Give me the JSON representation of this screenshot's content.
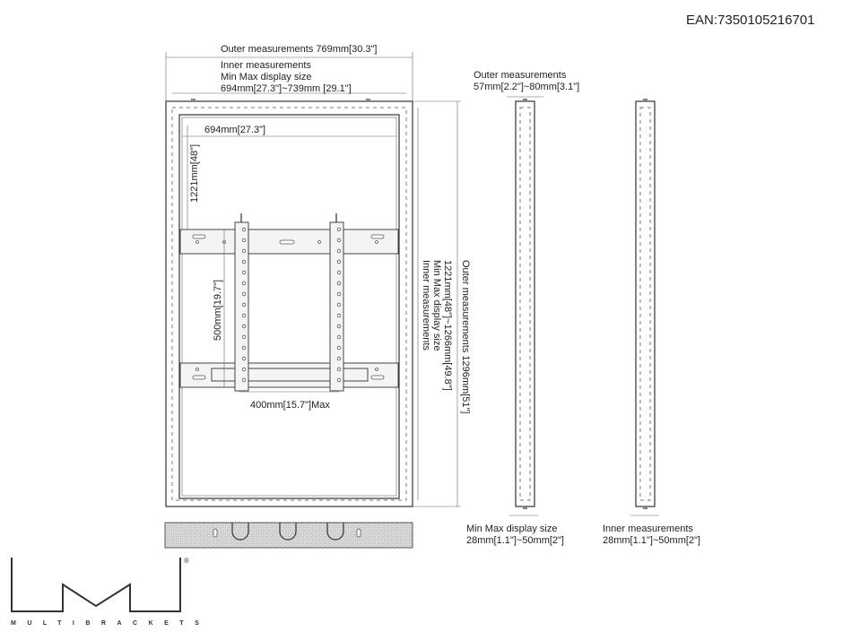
{
  "ean": "EAN:7350105216701",
  "front": {
    "outer_width": "Outer measurements 769mm[30.3\"]",
    "inner_title": "Inner measurements",
    "inner_subtitle": "Min Max display size",
    "inner_width": "694mm[27.3\"]~739mm [29.1\"]",
    "inner_width_short": "694mm[27.3\"]",
    "inner_height_short": "1221mm[48\"]",
    "vesa_vertical": "500mm[19.7\"]",
    "vesa_horizontal": "400mm[15.7\"]Max",
    "inner_height_title": "Inner measurements",
    "inner_height_subtitle": "Min Max display size",
    "inner_height": "1221mm[48\"]~1266mm[49.8\"]",
    "outer_height": "Outer measurements 1296mm[51\"]"
  },
  "side": {
    "outer_title": "Outer measurements",
    "outer_depth": "57mm[2.2\"]~80mm[3.1\"]",
    "minmax_title": "Min Max display size",
    "minmax_depth": "28mm[1.1\"]~50mm[2\"]",
    "inner_title": "Inner measurements",
    "inner_depth": "28mm[1.1\"]~50mm[2\"]"
  },
  "logo": {
    "name": "MULTIBRACKETS",
    "registered": "®"
  }
}
